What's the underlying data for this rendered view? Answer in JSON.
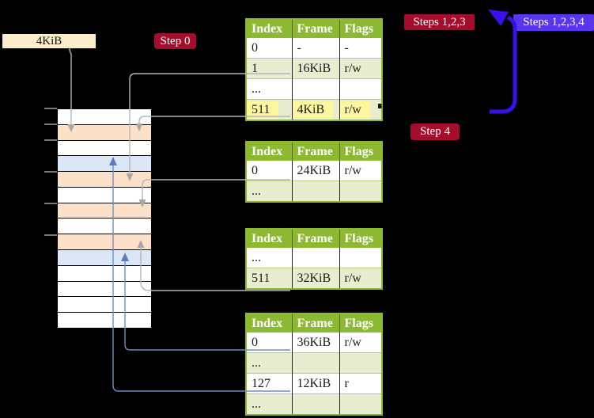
{
  "page": {
    "background": "#000000"
  },
  "memory": {
    "frame_label": "4KiB",
    "row_colors": [
      "white",
      "peach",
      "white",
      "blue",
      "peach",
      "white",
      "peach",
      "white",
      "peach",
      "blue",
      "white",
      "white",
      "white",
      "white"
    ]
  },
  "badges": {
    "step0": "Step 0",
    "steps123": "Steps 1,2,3",
    "steps1234": "Steps 1,2,3,4",
    "step4": "Step 4"
  },
  "tables": [
    {
      "headers": [
        "Index",
        "Frame",
        "Flags"
      ],
      "rows": [
        [
          "0",
          "-",
          "-"
        ],
        [
          "1",
          "16KiB",
          "r/w"
        ],
        [
          "...",
          "",
          ""
        ],
        [
          "511",
          "4KiB",
          "r/w"
        ]
      ],
      "highlighted_row": 3
    },
    {
      "headers": [
        "Index",
        "Frame",
        "Flags"
      ],
      "rows": [
        [
          "0",
          "24KiB",
          "r/w"
        ],
        [
          "...",
          "",
          ""
        ]
      ]
    },
    {
      "headers": [
        "Index",
        "Frame",
        "Flags"
      ],
      "rows": [
        [
          "...",
          "",
          ""
        ],
        [
          "511",
          "32KiB",
          "r/w"
        ]
      ]
    },
    {
      "headers": [
        "Index",
        "Frame",
        "Flags"
      ],
      "rows": [
        [
          "0",
          "36KiB",
          "r/w"
        ],
        [
          "...",
          "",
          ""
        ],
        [
          "127",
          "12KiB",
          "r"
        ],
        [
          "...",
          "",
          ""
        ]
      ]
    }
  ],
  "arrows": [
    {
      "from": "4KiB-label",
      "to": "memory-frame-4KiB",
      "color": "gray"
    },
    {
      "from": "table-l4-row-1",
      "to": "memory-frame-16KiB",
      "color": "gray"
    },
    {
      "from": "table-l4-row-511",
      "to": "memory-frame-4KiB",
      "color": "gray"
    },
    {
      "from": "table-l3-row-0",
      "to": "memory-frame-24KiB",
      "color": "gray"
    },
    {
      "from": "table-l2-row-511",
      "to": "memory-frame-32KiB",
      "color": "gray"
    },
    {
      "from": "table-l1-row-0",
      "to": "memory-frame-36KiB",
      "color": "blue"
    },
    {
      "from": "table-l1-row-127",
      "to": "memory-frame-12KiB",
      "color": "blue"
    },
    {
      "from": "bottom-loop",
      "to": "steps-123-badge",
      "color": "big-blue"
    }
  ],
  "colors": {
    "header_green": "#8db832",
    "row_alt_green": "#e9edcf",
    "highlight_yellow": "#fcf79e",
    "crimson_badge": "#a50d2d",
    "violet_badge": "#5a35f0",
    "big_arrow_blue": "#3a10e8",
    "peach_row": "#fce1c8",
    "light_blue_row": "#dbe7f6",
    "cream_label": "#fbecca",
    "connector_gray": "#b5b5b5",
    "connector_blue": "#6d8fc0"
  }
}
